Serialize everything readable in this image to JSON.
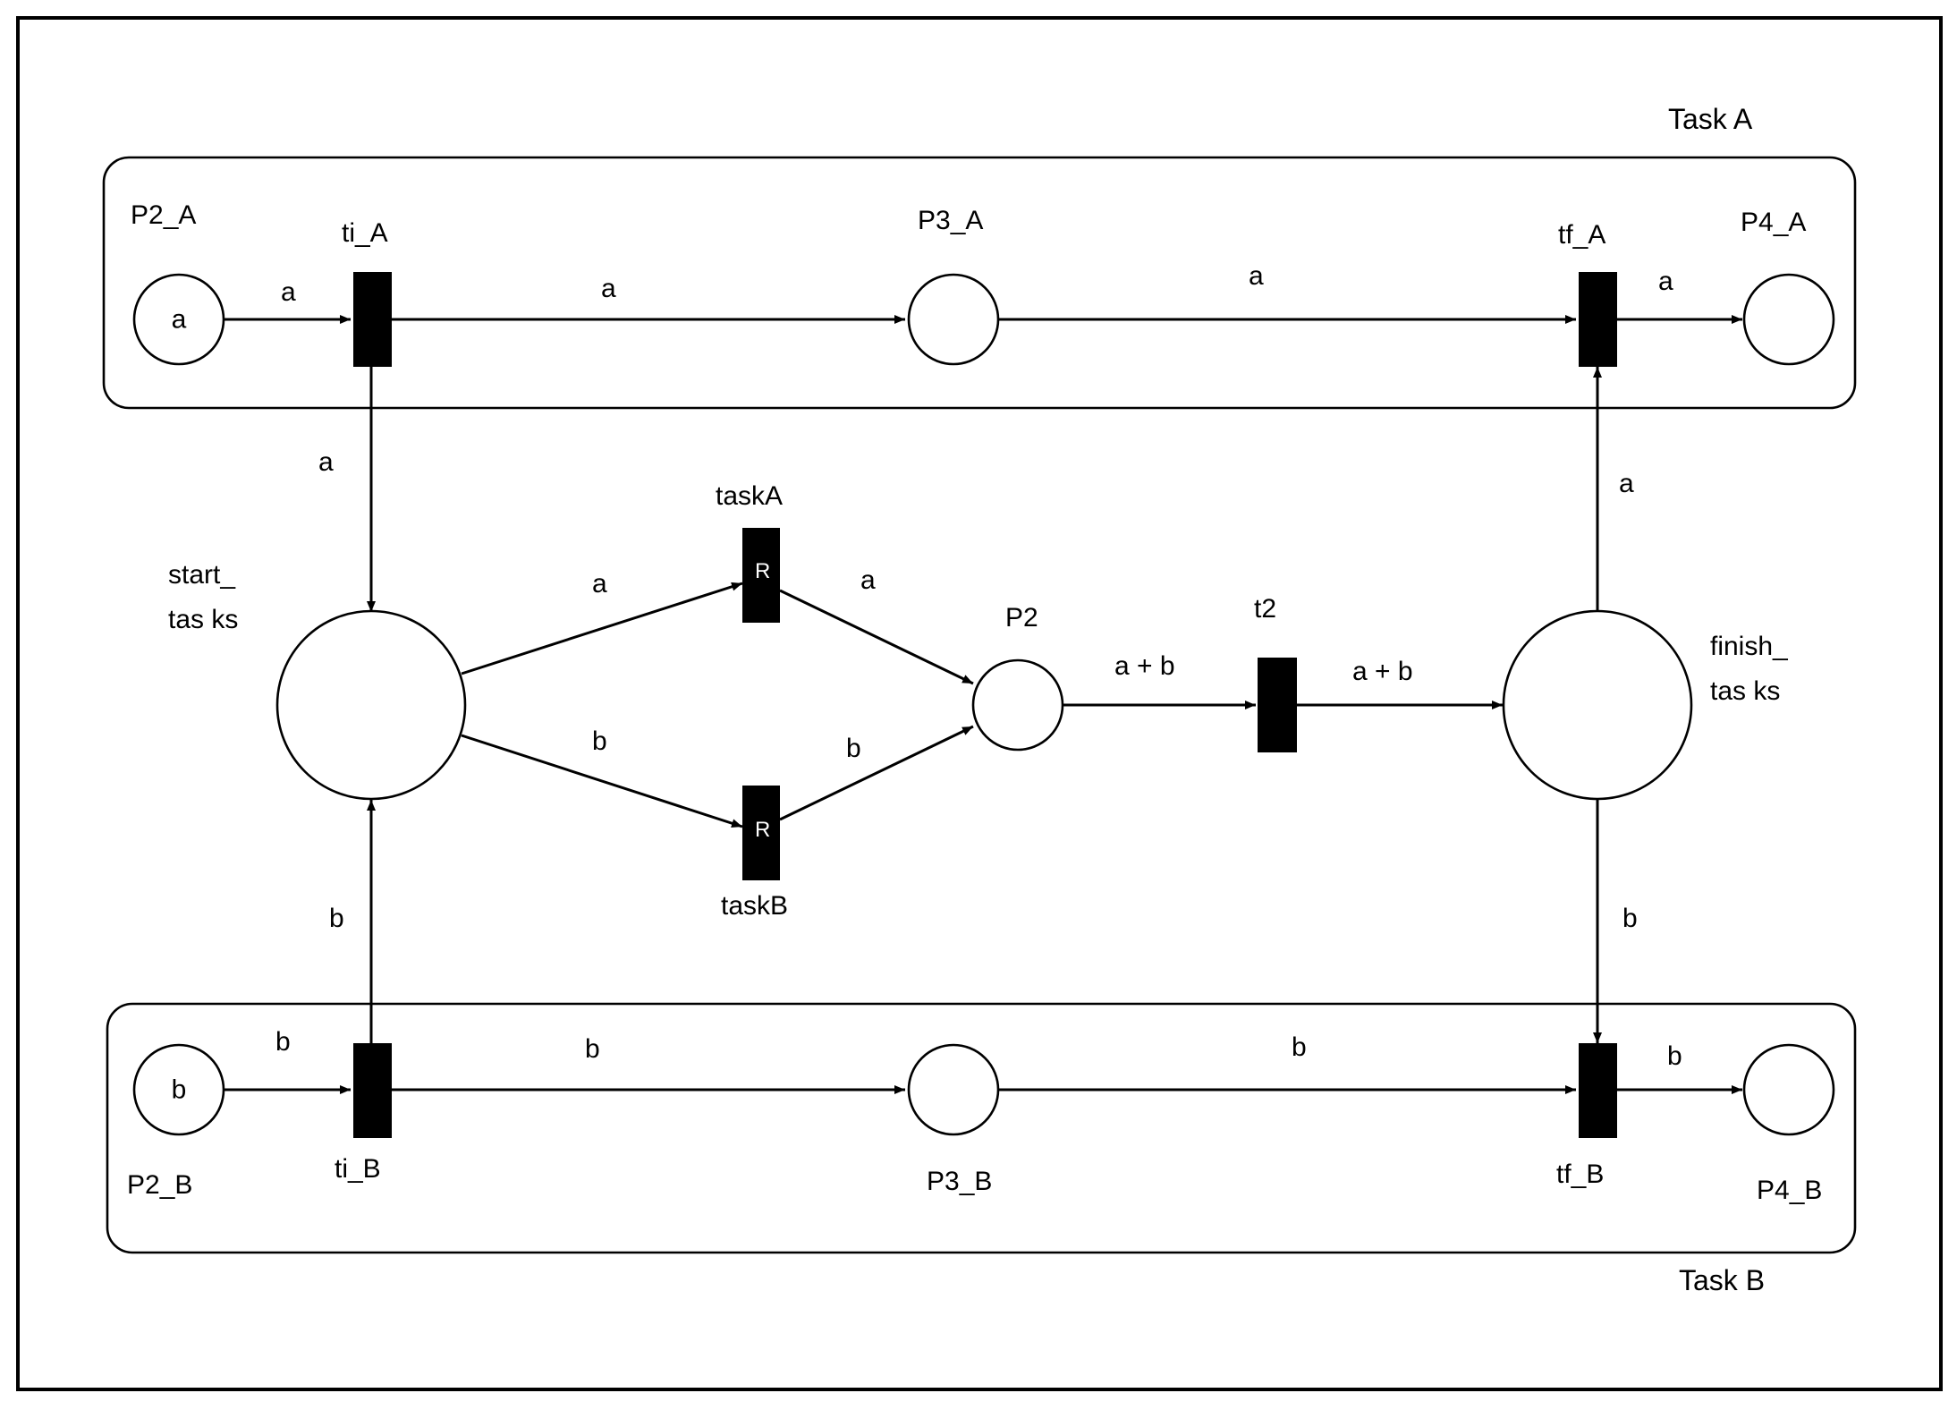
{
  "groups": {
    "task_a": "Task A",
    "task_b": "Task B"
  },
  "places": {
    "p2_a": {
      "label": "P2_A",
      "token": "a"
    },
    "p3_a": {
      "label": "P3_A"
    },
    "p4_a": {
      "label": "P4_A"
    },
    "p2_b": {
      "label": "P2_B",
      "token": "b"
    },
    "p3_b": {
      "label": "P3_B"
    },
    "p4_b": {
      "label": "P4_B"
    },
    "start_tasks": {
      "label_line1": "start_",
      "label_line2": "tas ks"
    },
    "finish_tasks": {
      "label_line1": "finish_",
      "label_line2": "tas ks"
    },
    "p2": {
      "label": "P2"
    }
  },
  "transitions": {
    "ti_a": {
      "label": "ti_A"
    },
    "tf_a": {
      "label": "tf_A"
    },
    "ti_b": {
      "label": "ti_B"
    },
    "tf_b": {
      "label": "tf_B"
    },
    "task_a": {
      "label": "taskA",
      "mark": "R"
    },
    "task_b": {
      "label": "taskB",
      "mark": "R"
    },
    "t2": {
      "label": "t2"
    }
  },
  "arcs": {
    "p2a_tia": "a",
    "tia_p3a": "a",
    "p3a_tfa": "a",
    "tfa_p4a": "a",
    "tia_start": "a",
    "start_taska": "a",
    "taska_p2": "a",
    "start_taskb": "b",
    "taskb_p2": "b",
    "p2_t2": "a + b",
    "t2_finish": "a + b",
    "finish_tfa": "a",
    "finish_tfb": "b",
    "tib_start": "b",
    "p2b_tib": "b",
    "tib_p3b": "b",
    "p3b_tfb": "b",
    "tfb_p4b": "b"
  }
}
